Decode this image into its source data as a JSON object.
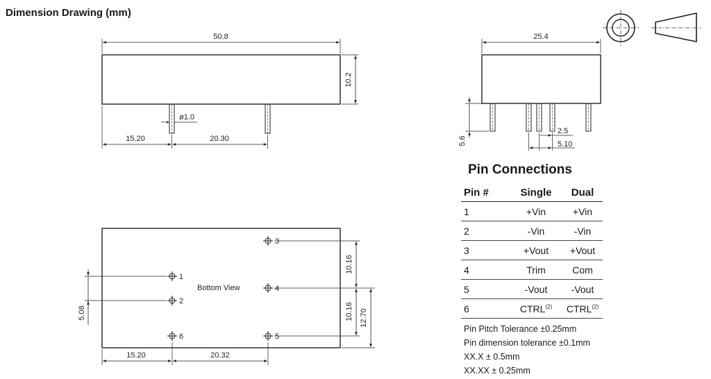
{
  "title": "Dimension Drawing (mm)",
  "front_view": {
    "width": "50.8",
    "height": "10.2",
    "pin_diameter": "ø1.0",
    "offset_left": "15.20",
    "pin_spacing": "20.30"
  },
  "side_view": {
    "width": "25.4",
    "pin_length": "5.6",
    "pin_pitch": "2.5",
    "pin_offset": "5.10"
  },
  "bottom_view": {
    "label": "Bottom View",
    "pins": [
      "1",
      "2",
      "3",
      "4",
      "5",
      "6"
    ],
    "dim_left_vertical": "5.08",
    "dim_right_upper": "10.16",
    "dim_right_lower": "10.16",
    "dim_right_total": "12.70",
    "offset_left": "15.20",
    "pin_spacing": "20.32"
  },
  "pin_connections": {
    "heading": "Pin Connections",
    "headers": [
      "Pin #",
      "Single",
      "Dual"
    ],
    "rows": [
      [
        "1",
        "+Vin",
        "+Vin"
      ],
      [
        "2",
        "-Vin",
        "-Vin"
      ],
      [
        "3",
        "+Vout",
        "+Vout"
      ],
      [
        "4",
        "Trim",
        "Com"
      ],
      [
        "5",
        "-Vout",
        "-Vout"
      ],
      [
        "6",
        "CTRL",
        "CTRL"
      ]
    ],
    "footnote_mark": "(2)"
  },
  "notes": [
    "Pin Pitch Tolerance   ±0.25mm",
    "Pin dimension tolerance ±0.1mm",
    "XX.X ± 0.5mm",
    "XX.XX ± 0.25mm"
  ]
}
